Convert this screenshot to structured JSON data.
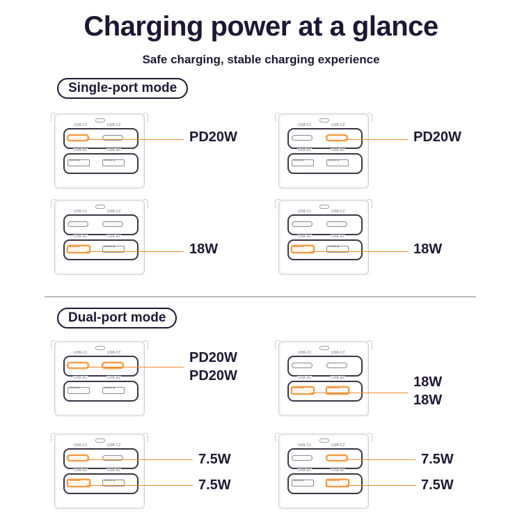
{
  "header": {
    "title": "Charging power at a glance",
    "subtitle": "Safe charging, stable charging experience"
  },
  "sections": {
    "single": "Single-port mode",
    "dual": "Dual-port mode"
  },
  "port_labels": {
    "c1": "USB-C1",
    "c2": "USB-C2",
    "a1": "USB-A1",
    "a2": "USB-A2"
  },
  "colors": {
    "accent": "#f08a2a",
    "text": "#1d1733",
    "outline": "#cfcfd4"
  },
  "diagrams": [
    {
      "active": [
        "c1"
      ],
      "values": [
        "PD20W"
      ]
    },
    {
      "active": [
        "c2"
      ],
      "values": [
        "PD20W"
      ]
    },
    {
      "active": [
        "a1"
      ],
      "values": [
        "18W"
      ]
    },
    {
      "active": [
        "a1"
      ],
      "values": [
        "18W"
      ]
    },
    {
      "active": [
        "c1",
        "c2"
      ],
      "values": [
        "PD20W",
        "PD20W"
      ]
    },
    {
      "active": [
        "a1",
        "a2"
      ],
      "values": [
        "18W",
        "18W"
      ]
    },
    {
      "active": [
        "c1",
        "a1"
      ],
      "values": [
        "7.5W",
        "7.5W"
      ]
    },
    {
      "active": [
        "c2",
        "a2"
      ],
      "values": [
        "7.5W",
        "7.5W"
      ]
    }
  ]
}
